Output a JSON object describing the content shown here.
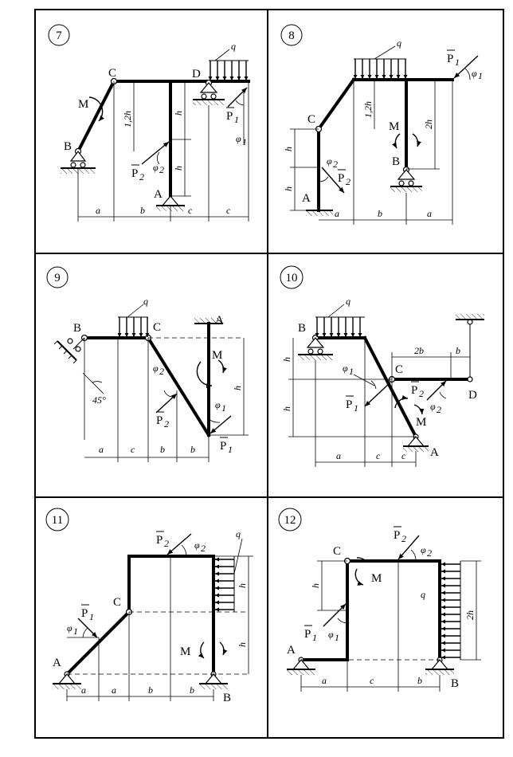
{
  "problems": [
    {
      "number": "7",
      "labels": {
        "C": "C",
        "D": "D",
        "B": "B",
        "A": "A",
        "M": "M",
        "P1": "P",
        "P1sub": "1",
        "P2": "P",
        "P2sub": "2",
        "q": "q",
        "h1": "1,2h",
        "h2": "h",
        "h3": "h",
        "phi1": "φ",
        "phi1sub": "1",
        "phi2": "φ",
        "phi2sub": "2",
        "a": "a",
        "b": "b",
        "c1": "c",
        "c2": "c"
      }
    },
    {
      "number": "8",
      "labels": {
        "C": "C",
        "B": "B",
        "A": "A",
        "M": "M",
        "P1": "P",
        "P1sub": "1",
        "P2": "P",
        "P2sub": "2",
        "q": "q",
        "h1": "1,2h",
        "h2": "2h",
        "h3": "h",
        "h4": "h",
        "phi1": "φ",
        "phi1sub": "1",
        "phi2": "φ",
        "phi2sub": "2",
        "a1": "a",
        "b": "b",
        "a2": "a"
      }
    },
    {
      "number": "9",
      "labels": {
        "B": "B",
        "C": "C",
        "A": "A",
        "M": "M",
        "P1": "P",
        "P1sub": "1",
        "P2": "P",
        "P2sub": "2",
        "q": "q",
        "h": "h",
        "angle": "45°",
        "phi1": "φ",
        "phi1sub": "1",
        "phi2": "φ",
        "phi2sub": "2",
        "a": "a",
        "c": "c",
        "b1": "b",
        "b2": "b"
      }
    },
    {
      "number": "10",
      "labels": {
        "B": "B",
        "C": "C",
        "D": "D",
        "A": "A",
        "M": "M",
        "P1": "P",
        "P1sub": "1",
        "P2": "P",
        "P2sub": "2",
        "q": "q",
        "h1": "h",
        "h2": "h",
        "b2": "2b",
        "b": "b",
        "phi1": "φ",
        "phi1sub": "1",
        "phi2": "φ",
        "phi2sub": "2",
        "a": "a",
        "c1": "c",
        "c2": "c"
      }
    },
    {
      "number": "11",
      "labels": {
        "C": "C",
        "A": "A",
        "B": "B",
        "M": "M",
        "P1": "P",
        "P1sub": "1",
        "P2": "P",
        "P2sub": "2",
        "q": "q",
        "h1": "h",
        "h2": "h",
        "phi1": "φ",
        "phi1sub": "1",
        "phi2": "φ",
        "phi2sub": "2",
        "a1": "a",
        "a2": "a",
        "b1": "b",
        "b2": "b"
      }
    },
    {
      "number": "12",
      "labels": {
        "C": "C",
        "A": "A",
        "B": "B",
        "M": "M",
        "P1": "P",
        "P1sub": "1",
        "P2": "P",
        "P2sub": "2",
        "q": "q",
        "h": "h",
        "h2": "2h",
        "phi1": "φ",
        "phi1sub": "1",
        "phi2": "φ",
        "phi2sub": "2",
        "a": "a",
        "c": "c",
        "b": "b"
      }
    }
  ]
}
